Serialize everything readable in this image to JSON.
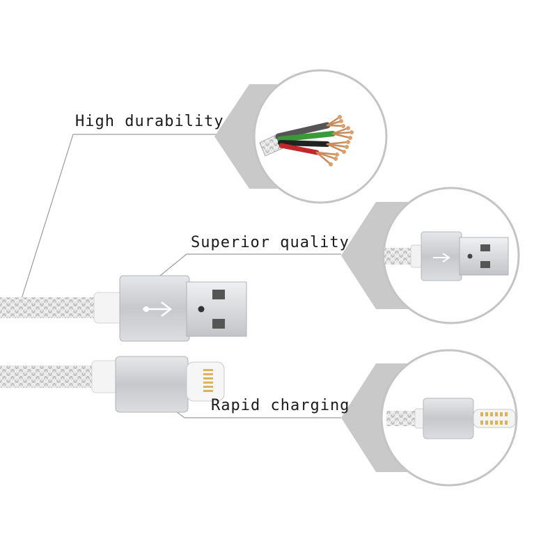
{
  "features": [
    {
      "label": "High durability",
      "icon": "wire-cross-section-icon"
    },
    {
      "label": "Superior quality",
      "icon": "usb-a-plug-icon"
    },
    {
      "label": "Rapid charging",
      "icon": "lightning-plug-icon"
    }
  ],
  "colors": {
    "background": "#ffffff",
    "hex_badge": "#c9c9c9",
    "circle_border": "#c4c4c4",
    "connector_silver": "#cfd0d2",
    "braid": "#d9d9d9",
    "gold_pins": "#d9b45a",
    "wire_green": "#3a9a3a",
    "wire_red": "#c0282b",
    "wire_copper": "#c98a55"
  }
}
